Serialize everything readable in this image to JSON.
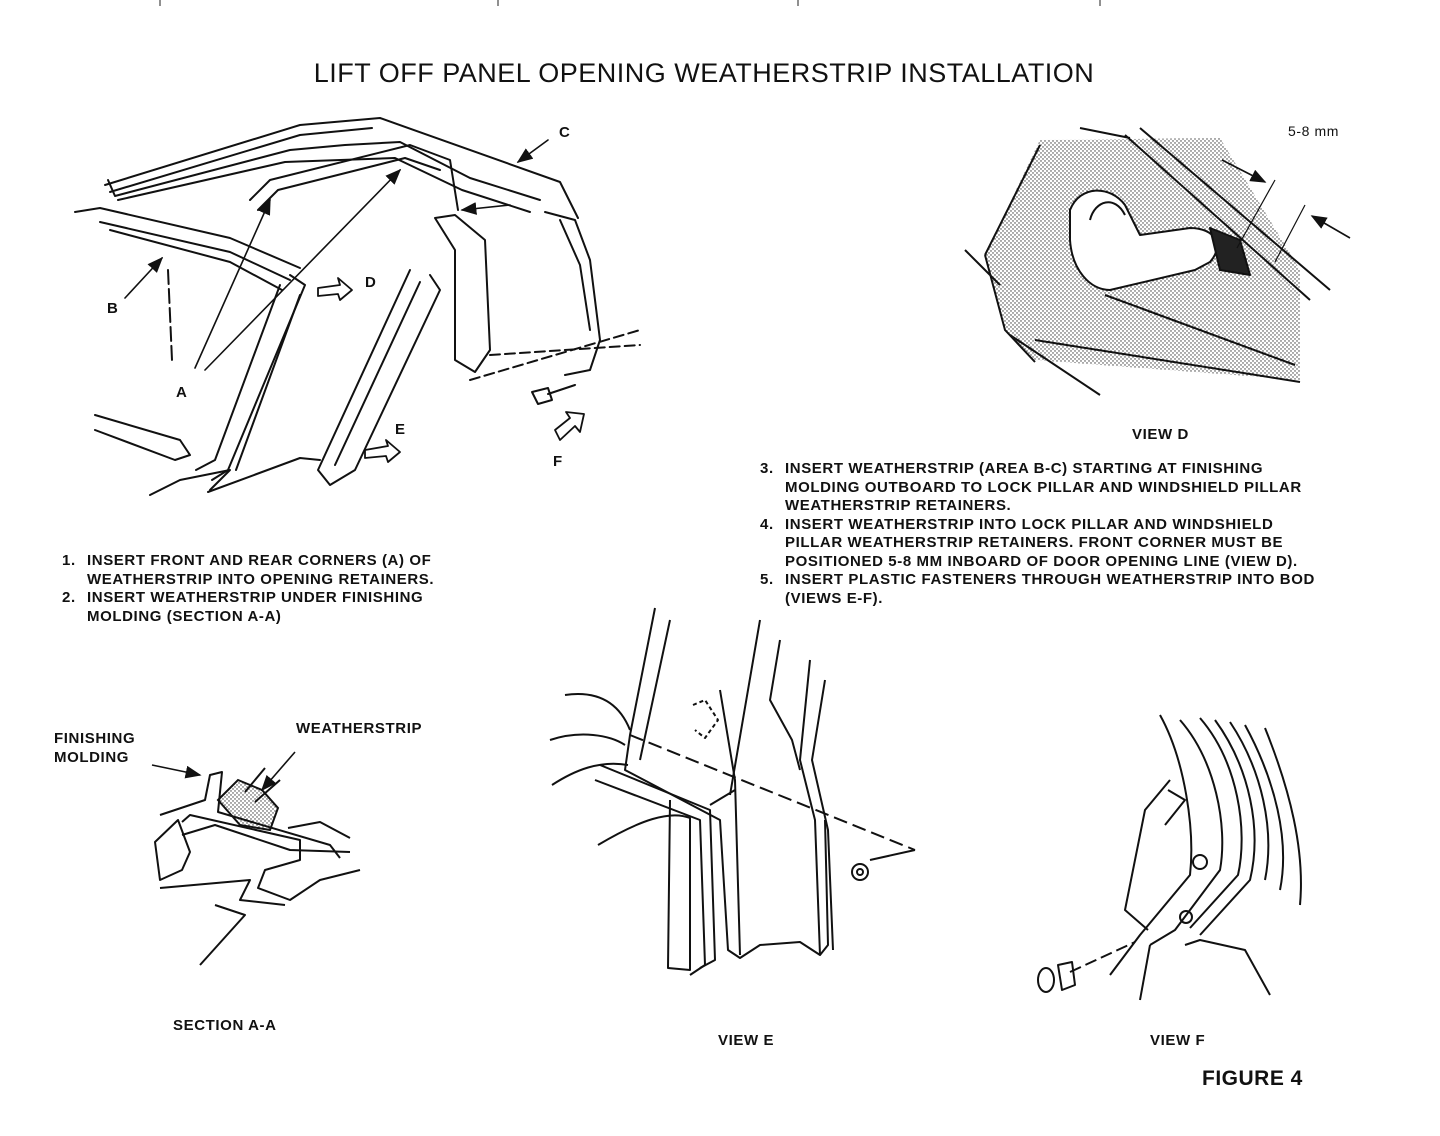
{
  "title": "LIFT OFF PANEL OPENING WEATHERSTRIP INSTALLATION",
  "main_view": {
    "labels": {
      "a": "A",
      "b": "B",
      "c": "C",
      "d": "D",
      "e": "E",
      "f": "F"
    }
  },
  "view_d": {
    "dimension": "5-8 mm",
    "caption": "VIEW D"
  },
  "steps_left": [
    {
      "num": "1.",
      "text": "INSERT FRONT AND REAR CORNERS (A) OF\nWEATHERSTRIP INTO OPENING RETAINERS."
    },
    {
      "num": "2.",
      "text": "INSERT WEATHERSTRIP UNDER FINISHING\nMOLDING (SECTION A-A)"
    }
  ],
  "steps_right": [
    {
      "num": "3.",
      "text": "INSERT WEATHERSTRIP (AREA B-C) STARTING AT FINISHING\nMOLDING OUTBOARD TO LOCK PILLAR AND WINDSHIELD PILLAR\nWEATHERSTRIP RETAINERS."
    },
    {
      "num": "4.",
      "text": "INSERT WEATHERSTRIP INTO LOCK PILLAR AND WINDSHIELD\nPILLAR WEATHERSTRIP RETAINERS. FRONT CORNER MUST BE\nPOSITIONED 5-8 MM INBOARD OF DOOR OPENING LINE (VIEW D)."
    },
    {
      "num": "5.",
      "text": "INSERT PLASTIC FASTENERS THROUGH WEATHERSTRIP INTO BOD\n(VIEWS E-F)."
    }
  ],
  "section_aa": {
    "label_molding": "FINISHING\nMOLDING",
    "label_weatherstrip": "WEATHERSTRIP",
    "caption": "SECTION A-A"
  },
  "view_e": {
    "caption": "VIEW E"
  },
  "view_f": {
    "caption": "VIEW F"
  },
  "figure_label": "FIGURE 4"
}
